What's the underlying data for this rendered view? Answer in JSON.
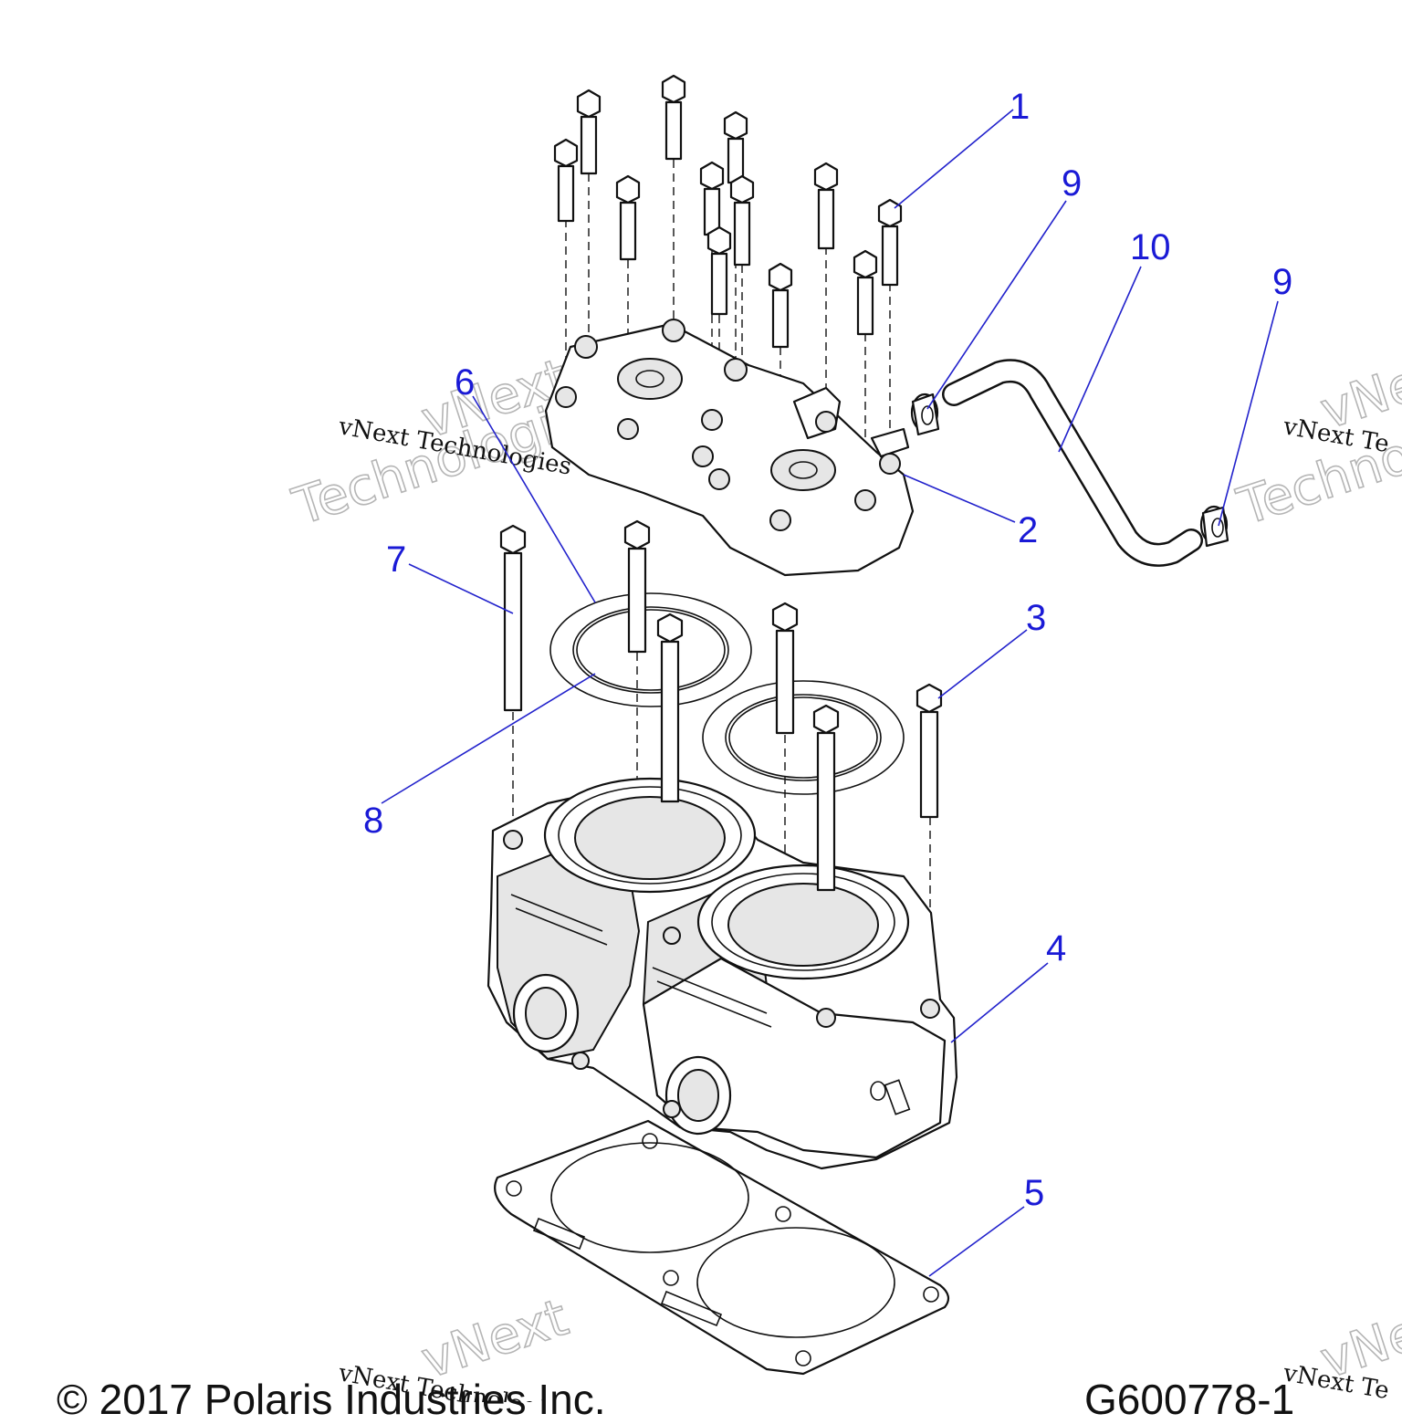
{
  "callouts": [
    {
      "label": "1"
    },
    {
      "label": "9"
    },
    {
      "label": "10"
    },
    {
      "label": "9"
    },
    {
      "label": "6"
    },
    {
      "label": "2"
    },
    {
      "label": "7"
    },
    {
      "label": "3"
    },
    {
      "label": "8"
    },
    {
      "label": "4"
    },
    {
      "label": "5"
    }
  ],
  "watermark": {
    "small_text": "vNext Technologies",
    "big_line1": "vNext",
    "big_line2": "Technologies",
    "partial_small": "vNext Te",
    "partial_big1": "vNe",
    "partial_big2": "Techno"
  },
  "footer": {
    "copyright": "© 2017 Polaris Industries Inc.",
    "figure_id": "G600778-1"
  }
}
